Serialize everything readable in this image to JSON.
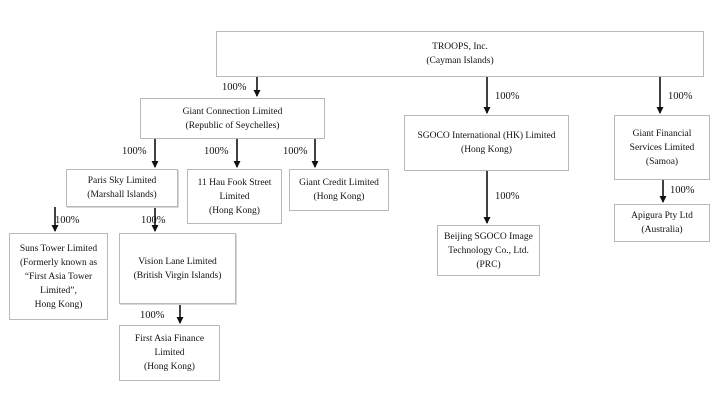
{
  "nodes": {
    "troops": [
      "TROOPS, Inc.",
      "(Cayman Islands)"
    ],
    "giant_connection": [
      "Giant Connection Limited",
      "(Republic of Seychelles)"
    ],
    "sgoco_hk": [
      "SGOCO International (HK) Limited",
      "(Hong Kong)"
    ],
    "giant_financial": [
      "Giant Financial",
      "Services Limited",
      "(Samoa)"
    ],
    "paris_sky": [
      "Paris Sky Limited",
      "(Marshall Islands)"
    ],
    "hau_fook": [
      "11 Hau Fook Street",
      "Limited",
      "(Hong Kong)"
    ],
    "giant_credit": [
      "Giant Credit Limited",
      "(Hong Kong)"
    ],
    "beijing_sgoco": [
      "Beijing SGOCO Image",
      "Technology Co., Ltd.",
      "(PRC)"
    ],
    "apigura": [
      "Apigura Pty Ltd",
      "(Australia)"
    ],
    "suns_tower": [
      "Suns Tower Limited",
      "(Formerly known as",
      "“First Asia Tower",
      "Limited”,",
      "Hong Kong)"
    ],
    "vision_lane": [
      "Vision Lane Limited",
      "(British Virgin Islands)"
    ],
    "first_asia_finance": [
      "First Asia Finance",
      "Limited",
      "(Hong Kong)"
    ]
  },
  "ownership": {
    "giant_connection": "100%",
    "sgoco_hk": "100%",
    "giant_financial": "100%",
    "paris_sky": "100%",
    "hau_fook": "100%",
    "giant_credit": "100%",
    "beijing_sgoco": "100%",
    "apigura": "100%",
    "suns_tower": "100%",
    "vision_lane": "100%",
    "first_asia_finance": "100%"
  },
  "colors": {
    "line": "#111111",
    "box_border": "#b8b8b8"
  }
}
